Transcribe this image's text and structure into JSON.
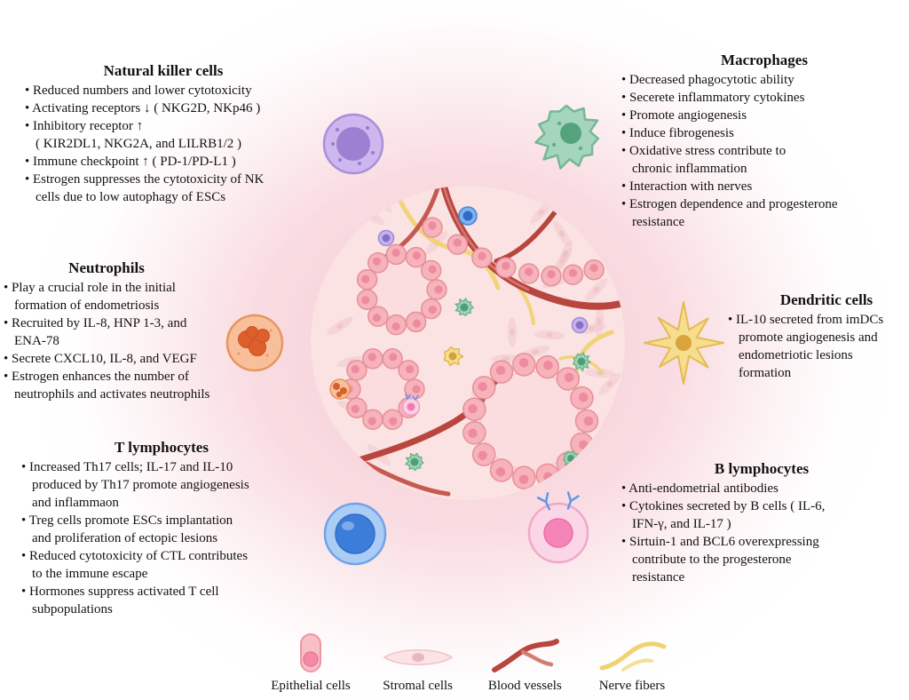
{
  "panels": [
    {
      "title": "Natural killer cells",
      "bullets": [
        "• Reduced numbers and lower cytotoxicity",
        "• Activating receptors ↓ ( NKG2D, NKp46 )",
        "• Inhibitory receptor ↑\n( KIR2DL1, NKG2A, and LILRB1/2 )",
        "• Immune checkpoint ↑ ( PD-1/PD-L1 )",
        "• Estrogen suppresses the cytotoxicity of NK\ncells due to low autophagy of ESCs"
      ]
    },
    {
      "title": "Macrophages",
      "bullets": [
        "• Decreased phagocytotic ability",
        "• Secerete inflammatory cytokines",
        "• Promote angiogenesis",
        "• Induce fibrogenesis",
        "• Oxidative stress contribute to\nchronic inflammation",
        "• Interaction with nerves",
        "• Estrogen dependence and progesterone\nresistance"
      ]
    },
    {
      "title": "Neutrophils",
      "bullets": [
        "• Play a crucial role in the initial\nformation of endometriosis",
        "• Recruited by IL-8, HNP 1-3, and\nENA-78",
        "• Secrete CXCL10, IL-8, and VEGF",
        "• Estrogen enhances the number of\nneutrophils and activates neutrophils"
      ]
    },
    {
      "title": "Dendritic cells",
      "bullets": [
        "• IL-10 secreted from imDCs\npromote angiogenesis and\nendometriotic lesions\nformation"
      ]
    },
    {
      "title": "T lymphocytes",
      "bullets": [
        "• Increased Th17 cells; IL-17 and IL-10\nproduced by Th17 promote angiogenesis\nand inflammaon",
        "• Treg cells promote ESCs implantation\nand proliferation of ectopic lesions",
        "• Reduced cytotoxicity of CTL contributes\nto the immune escape",
        "• Hormones suppress activated T cell\nsubpopulations"
      ]
    },
    {
      "title": "B lymphocytes",
      "bullets": [
        "• Anti-endometrial antibodies",
        "• Cytokines secreted by B cells ( IL-6,\nIFN-γ, and IL-17 )",
        "• Sirtuin-1 and BCL6 overexpressing\ncontribute to the progesterone\nresistance"
      ]
    }
  ],
  "legend": {
    "items": [
      {
        "icon": "epithelial-cell-icon",
        "label": "Epithelial cells"
      },
      {
        "icon": "stromal-cell-icon",
        "label": "Stromal cells"
      },
      {
        "icon": "blood-vessel-icon",
        "label": "Blood vessels"
      },
      {
        "icon": "nerve-fiber-icon",
        "label": "Nerve fibers"
      }
    ]
  },
  "colors": {
    "background_glow": "#f6c7d0",
    "epithelial_pink": "#f6b3ba",
    "vessel_red": "#b9453f",
    "nerve_yellow": "#f0d272",
    "nk_purple": "#cdb7ee",
    "macrophage_green": "#a5d6bd",
    "neutrophil_orange": "#f7c09a",
    "dendritic_yellow": "#f7dd8e",
    "t_blue": "#abcdf5",
    "b_pink": "#fbd6e6"
  }
}
